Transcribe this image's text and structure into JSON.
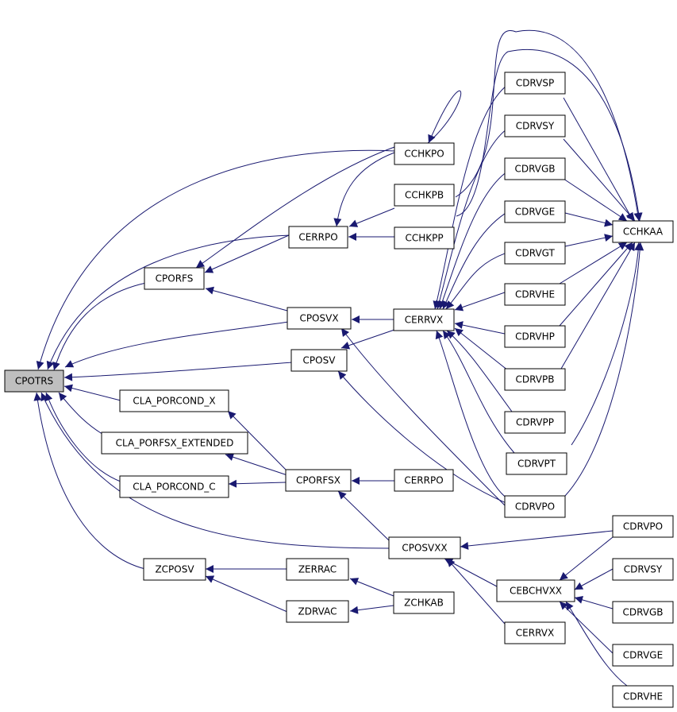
{
  "diagram": {
    "colors": {
      "edge": "#191970",
      "node_border": "#000000",
      "node_fill": "#ffffff",
      "root_fill": "#bfbfbf"
    },
    "nodes": [
      {
        "id": "CPOTRS",
        "label": "CPOTRS",
        "root": true
      },
      {
        "id": "CCHKPO",
        "label": "CCHKPO"
      },
      {
        "id": "CERRPO_top",
        "label": "CERRPO"
      },
      {
        "id": "CPORFS",
        "label": "CPORFS"
      },
      {
        "id": "CPOSVX",
        "label": "CPOSVX"
      },
      {
        "id": "CPOSV",
        "label": "CPOSV"
      },
      {
        "id": "CLA_PORCOND_X",
        "label": "CLA_PORCOND_X"
      },
      {
        "id": "CLA_PORFSX_EXTENDED",
        "label": "CLA_PORFSX_EXTENDED"
      },
      {
        "id": "CLA_PORCOND_C",
        "label": "CLA_PORCOND_C"
      },
      {
        "id": "CPORFSX",
        "label": "CPORFSX"
      },
      {
        "id": "CERRPO_bottom",
        "label": "CERRPO"
      },
      {
        "id": "CPOSVXX",
        "label": "CPOSVXX"
      },
      {
        "id": "ZCPOSV",
        "label": "ZCPOSV"
      },
      {
        "id": "ZERRAC",
        "label": "ZERRAC"
      },
      {
        "id": "ZDRVAC",
        "label": "ZDRVAC"
      },
      {
        "id": "ZCHKAB",
        "label": "ZCHKAB"
      },
      {
        "id": "CCHKPB",
        "label": "CCHKPB"
      },
      {
        "id": "CCHKPP",
        "label": "CCHKPP"
      },
      {
        "id": "CERRVX_mid",
        "label": "CERRVX"
      },
      {
        "id": "CDRVSP",
        "label": "CDRVSP"
      },
      {
        "id": "CDRVSY",
        "label": "CDRVSY"
      },
      {
        "id": "CDRVGB",
        "label": "CDRVGB"
      },
      {
        "id": "CDRVGE",
        "label": "CDRVGE"
      },
      {
        "id": "CDRVGT",
        "label": "CDRVGT"
      },
      {
        "id": "CDRVHE",
        "label": "CDRVHE"
      },
      {
        "id": "CDRVHP",
        "label": "CDRVHP"
      },
      {
        "id": "CDRVPB",
        "label": "CDRVPB"
      },
      {
        "id": "CDRVPP",
        "label": "CDRVPP"
      },
      {
        "id": "CDRVPT",
        "label": "CDRVPT"
      },
      {
        "id": "CDRVPO_mid",
        "label": "CDRVPO"
      },
      {
        "id": "CCHKAA",
        "label": "CCHKAA"
      },
      {
        "id": "CEBCHVXX",
        "label": "CEBCHVXX"
      },
      {
        "id": "CERRVX_bottom",
        "label": "CERRVX"
      },
      {
        "id": "CDRVPO_right",
        "label": "CDRVPO"
      },
      {
        "id": "CDRVSY_right",
        "label": "CDRVSY"
      },
      {
        "id": "CDRVGB_right",
        "label": "CDRVGB"
      },
      {
        "id": "CDRVGE_right",
        "label": "CDRVGE"
      },
      {
        "id": "CDRVHE_right",
        "label": "CDRVHE"
      }
    ]
  }
}
